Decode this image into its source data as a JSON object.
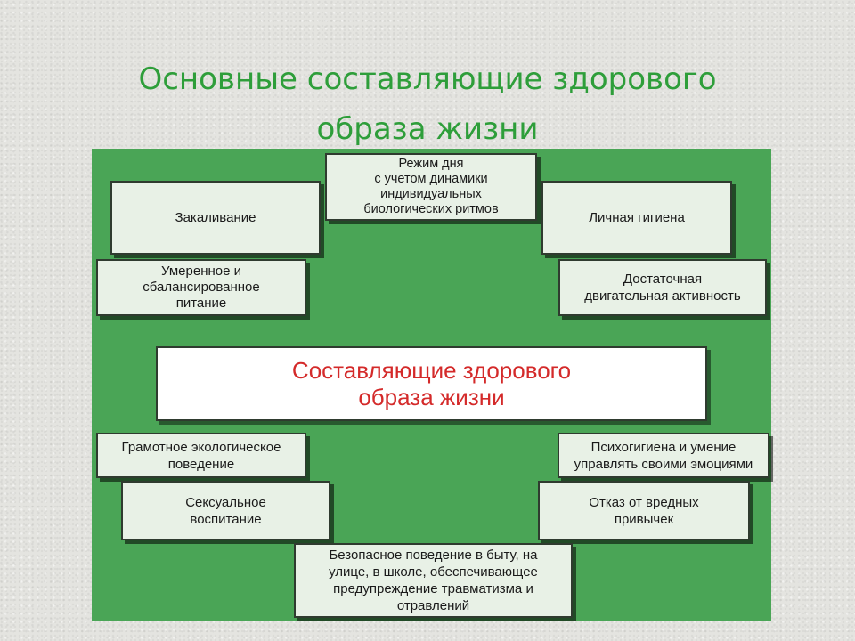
{
  "title": {
    "line1": "Основные составляющие здорового",
    "line2": "образа жизни"
  },
  "center": "Составляющие здорового\nобраза жизни",
  "components": {
    "regime": "Режим дня\nс учетом динамики\nиндивидуальных\nбиологических ритмов",
    "hardening": "Закаливание",
    "hygiene": "Личная гигиена",
    "nutrition": "Умеренное и\nсбалансированное\nпитание",
    "activity": "Достаточная\nдвигательная активность",
    "ecology": "Грамотное экологическое\nповедение",
    "psychohygiene": "Психогигиена и умение\nуправлять своими эмоциями",
    "sex_education": "Сексуальное\nвоспитание",
    "bad_habits": "Отказ от вредных\nпривычек",
    "safety": "Безопасное поведение в быту, на\nулице, в школе, обеспечивающее\nпредупреждение травматизма и\nотравлений"
  },
  "colors": {
    "title": "#2e9e3a",
    "panel": "#4aa556",
    "box": "#e8f1e6",
    "center_text": "#d42a2a"
  }
}
